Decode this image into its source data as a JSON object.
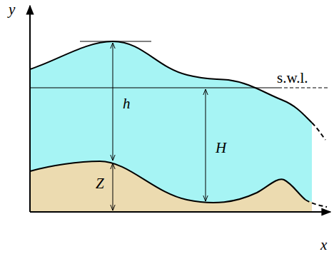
{
  "diagram": {
    "labels": [
      "y",
      "x",
      "h",
      "H",
      "Z",
      "s.w.l."
    ]
  }
}
